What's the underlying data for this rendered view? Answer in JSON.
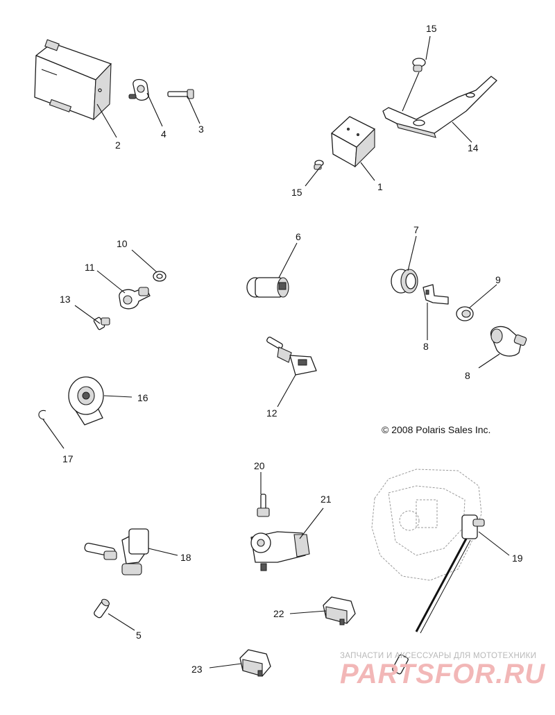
{
  "copyright": "© 2008 Polaris Sales Inc.",
  "watermark": {
    "tagline": "ЗАПЧАСТИ И АКСЕССУАРЫ ДЛЯ МОТОТЕХНИКИ",
    "logo": "PARTSFOR.RU",
    "color": "#e88a8a"
  },
  "callouts": {
    "c2": "2",
    "c4": "4",
    "c3": "3",
    "c15a": "15",
    "c14": "14",
    "c1": "1",
    "c15b": "15",
    "c10": "10",
    "c11": "11",
    "c13": "13",
    "c6": "6",
    "c7": "7",
    "c9": "9",
    "c8a": "8",
    "c8b": "8",
    "c12": "12",
    "c16": "16",
    "c17": "17",
    "c20": "20",
    "c21": "21",
    "c18": "18",
    "c19": "19",
    "c22": "22",
    "c5": "5",
    "c23": "23"
  }
}
